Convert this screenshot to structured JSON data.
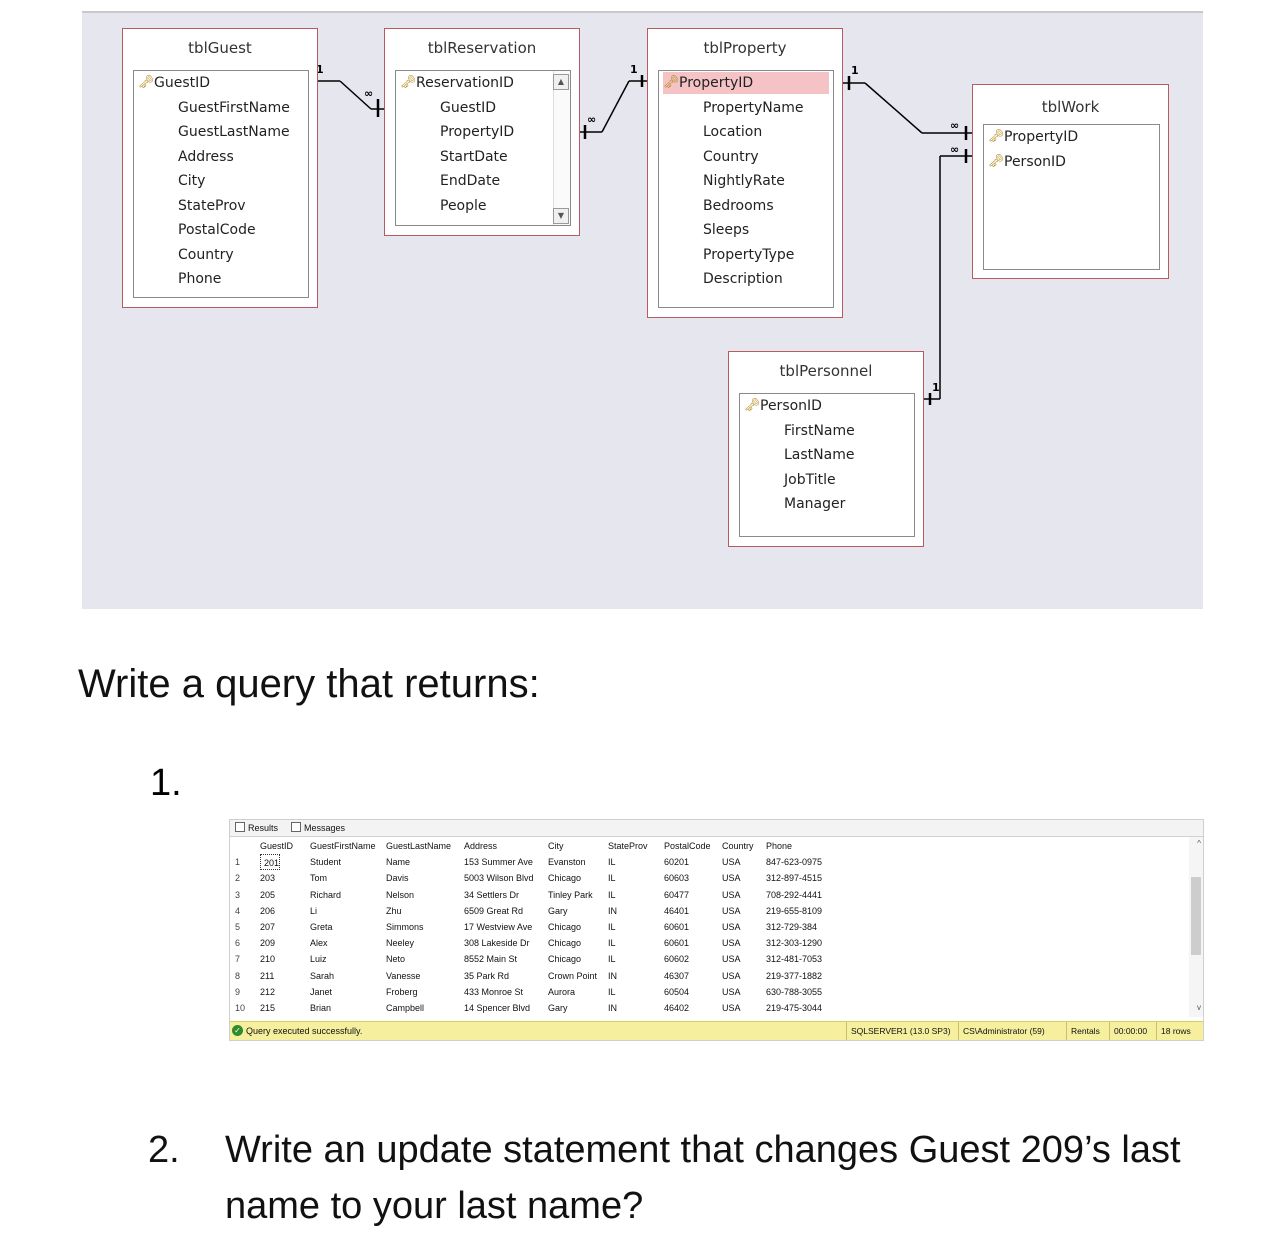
{
  "tables": {
    "guest": {
      "title": "tblGuest",
      "fields": [
        "GuestID",
        "GuestFirstName",
        "GuestLastName",
        "Address",
        "City",
        "StateProv",
        "PostalCode",
        "Country",
        "Phone"
      ]
    },
    "reservation": {
      "title": "tblReservation",
      "fields": [
        "ReservationID",
        "GuestID",
        "PropertyID",
        "StartDate",
        "EndDate",
        "People"
      ]
    },
    "property": {
      "title": "tblProperty",
      "fields": [
        "PropertyID",
        "PropertyName",
        "Location",
        "Country",
        "NightlyRate",
        "Bedrooms",
        "Sleeps",
        "PropertyType",
        "Description"
      ]
    },
    "work": {
      "title": "tblWork",
      "fields": [
        "PropertyID",
        "PersonID"
      ]
    },
    "personnel": {
      "title": "tblPersonnel",
      "fields": [
        "PersonID",
        "FirstName",
        "LastName",
        "JobTitle",
        "Manager"
      ]
    }
  },
  "relationship_labels": {
    "one": "1",
    "many": "∞"
  },
  "heading": "Write a query that returns:",
  "item1_number": "1.",
  "results": {
    "tabs": [
      "Results",
      "Messages"
    ],
    "columns": [
      "GuestID",
      "GuestFirstName",
      "GuestLastName",
      "Address",
      "City",
      "StateProv",
      "PostalCode",
      "Country",
      "Phone"
    ],
    "rows": [
      [
        "1",
        "201",
        "Student",
        "Name",
        "153 Summer Ave",
        "Evanston",
        "IL",
        "60201",
        "USA",
        "847-623-0975"
      ],
      [
        "2",
        "203",
        "Tom",
        "Davis",
        "5003 Wilson Blvd",
        "Chicago",
        "IL",
        "60603",
        "USA",
        "312-897-4515"
      ],
      [
        "3",
        "205",
        "Richard",
        "Nelson",
        "34 Settlers Dr",
        "Tinley Park",
        "IL",
        "60477",
        "USA",
        "708-292-4441"
      ],
      [
        "4",
        "206",
        "Li",
        "Zhu",
        "6509 Great Rd",
        "Gary",
        "IN",
        "46401",
        "USA",
        "219-655-8109"
      ],
      [
        "5",
        "207",
        "Greta",
        "Simmons",
        "17 Westview Ave",
        "Chicago",
        "IL",
        "60601",
        "USA",
        "312-729-384"
      ],
      [
        "6",
        "209",
        "Alex",
        "Neeley",
        "308 Lakeside Dr",
        "Chicago",
        "IL",
        "60601",
        "USA",
        "312-303-1290"
      ],
      [
        "7",
        "210",
        "Luiz",
        "Neto",
        "8552 Main St",
        "Chicago",
        "IL",
        "60602",
        "USA",
        "312-481-7053"
      ],
      [
        "8",
        "211",
        "Sarah",
        "Vanesse",
        "35 Park Rd",
        "Crown Point",
        "IN",
        "46307",
        "USA",
        "219-377-1882"
      ],
      [
        "9",
        "212",
        "Janet",
        "Froberg",
        "433 Monroe St",
        "Aurora",
        "IL",
        "60504",
        "USA",
        "630-788-3055"
      ],
      [
        "10",
        "215",
        "Brian",
        "Campbell",
        "14 Spencer Blvd",
        "Gary",
        "IN",
        "46402",
        "USA",
        "219-475-3044"
      ]
    ],
    "status": {
      "message": "Query executed successfully.",
      "server": "SQLSERVER1 (13.0 SP3)",
      "user": "CS\\Administrator (59)",
      "database": "Rentals",
      "elapsed": "00:00:00",
      "row_count": "18 rows"
    }
  },
  "item2_number": "2.",
  "item2_text": "Write an update statement that changes Guest 209’s last name to your last name?",
  "colors": {
    "diagram_bg": "#e6e7ee",
    "table_border": "#b85a5f",
    "selected_field": "#f5c2c5",
    "status_bar": "#f5ef9e",
    "key_icon": "#b58a1a"
  },
  "icons": [
    "key-icon",
    "scroll-up-icon",
    "scroll-down-icon",
    "results-grid-icon",
    "messages-icon",
    "success-check-icon"
  ]
}
